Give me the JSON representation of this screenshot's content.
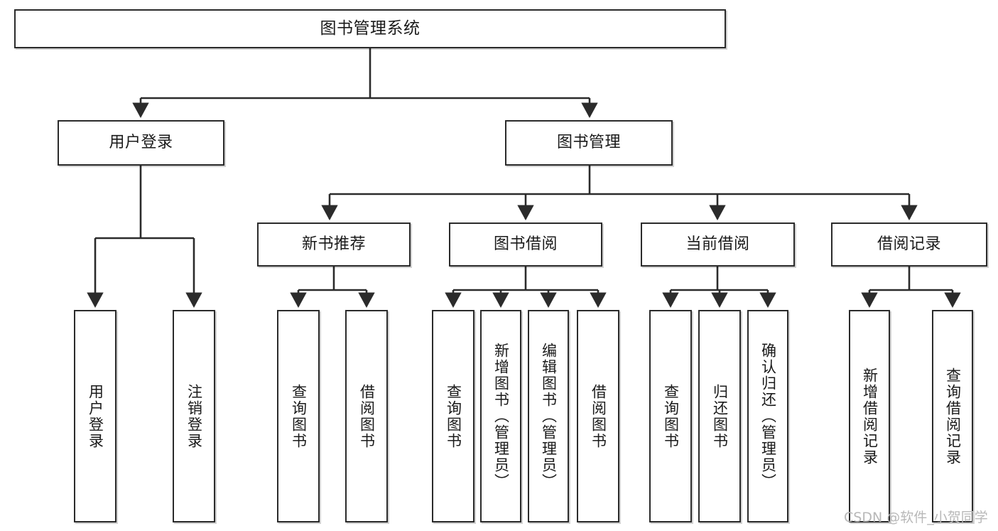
{
  "diagram": {
    "type": "tree",
    "title": "图书管理系统",
    "orientation": "top-down",
    "colors": {
      "box_border": "#2b2b2b",
      "box_fill": "#ffffff",
      "connector": "#2b2b2b",
      "text": "#1a1a1a",
      "watermark": "#b8b8b8",
      "background": "#ffffff"
    },
    "levels": {
      "root": "图书管理系统",
      "level2": [
        "用户登录",
        "图书管理"
      ],
      "level3": [
        "新书推荐",
        "图书借阅",
        "当前借阅",
        "借阅记录"
      ]
    },
    "nodes": {
      "root": {
        "label": "图书管理系统"
      },
      "user_login": {
        "label": "用户登录"
      },
      "book_manage": {
        "label": "图书管理"
      },
      "new_book_rec": {
        "label": "新书推荐"
      },
      "book_borrow": {
        "label": "图书借阅"
      },
      "current_borrow": {
        "label": "当前借阅"
      },
      "borrow_record": {
        "label": "借阅记录"
      }
    },
    "leaves": {
      "user_login": [
        {
          "label": "用户登录"
        },
        {
          "label": "注销登录"
        }
      ],
      "new_book_rec": [
        {
          "label": "查询图书"
        },
        {
          "label": "借阅图书"
        }
      ],
      "book_borrow": [
        {
          "label": "查询图书"
        },
        {
          "label": "新增图书（管理员）"
        },
        {
          "label": "编辑图书（管理员）"
        },
        {
          "label": "借阅图书"
        }
      ],
      "current_borrow": [
        {
          "label": "查询图书"
        },
        {
          "label": "归还图书"
        },
        {
          "label": "确认归还（管理员）"
        }
      ],
      "borrow_record": [
        {
          "label": "新增借阅记录"
        },
        {
          "label": "查询借阅记录"
        }
      ]
    },
    "watermark": "CSDN @软件_小贺同学"
  }
}
